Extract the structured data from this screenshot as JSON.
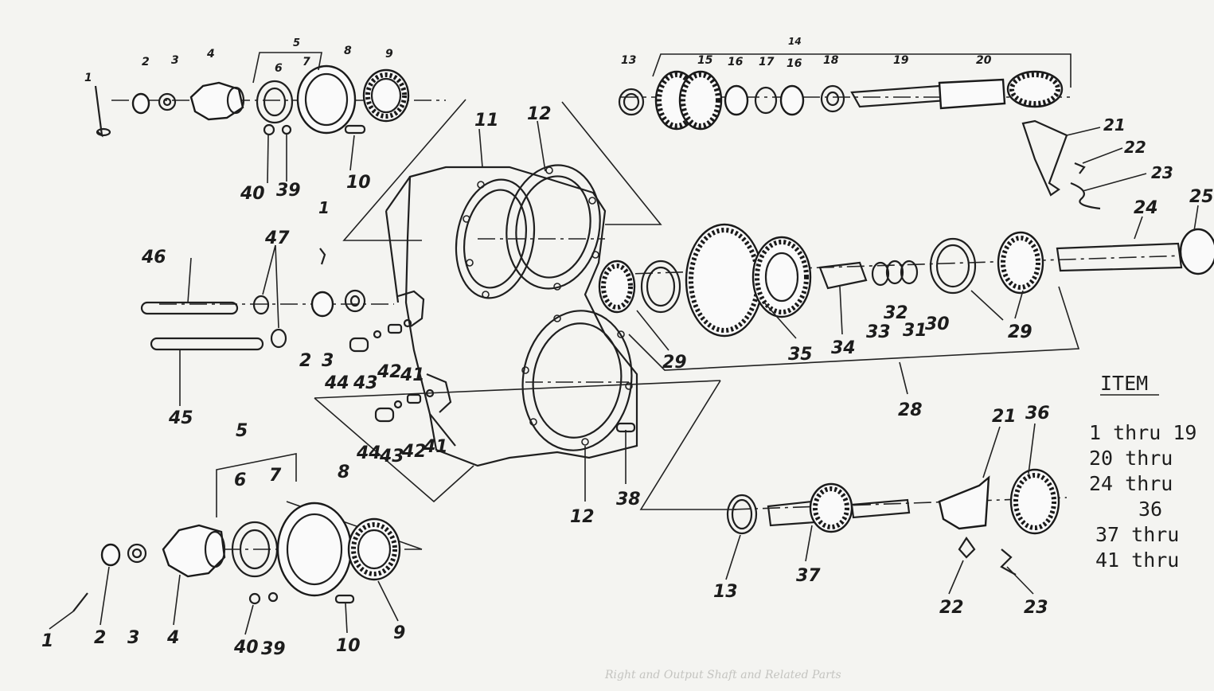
{
  "diagram": {
    "callouts": {
      "top_left": [
        "1",
        "2",
        "3",
        "4",
        "5",
        "6",
        "7",
        "8",
        "9",
        "40",
        "39",
        "10"
      ],
      "top_right": [
        "13",
        "14",
        "15",
        "16",
        "17",
        "16",
        "18",
        "19",
        "20",
        "21",
        "22",
        "23"
      ],
      "middle_left": [
        "46",
        "47",
        "45",
        "1",
        "2",
        "3",
        "44",
        "43",
        "42",
        "41",
        "44",
        "43",
        "42",
        "41"
      ],
      "center_case": [
        "11",
        "12",
        "12",
        "38"
      ],
      "cluster_shaft": [
        "24",
        "25",
        "29",
        "29",
        "35",
        "34",
        "33",
        "32",
        "31",
        "30",
        "29",
        "28"
      ],
      "bottom_left": [
        "5",
        "6",
        "7",
        "8",
        "1",
        "2",
        "3",
        "4",
        "40",
        "39",
        "10",
        "9"
      ],
      "bottom_right": [
        "21",
        "36",
        "13",
        "37",
        "22",
        "23"
      ]
    },
    "legend": {
      "heading": "ITEM",
      "rows": [
        "1 thru 19",
        "20 thru",
        "24 thru",
        "36",
        "37 thru",
        "41 thru"
      ]
    },
    "caption": "Right and Output Shaft and Related Parts"
  }
}
